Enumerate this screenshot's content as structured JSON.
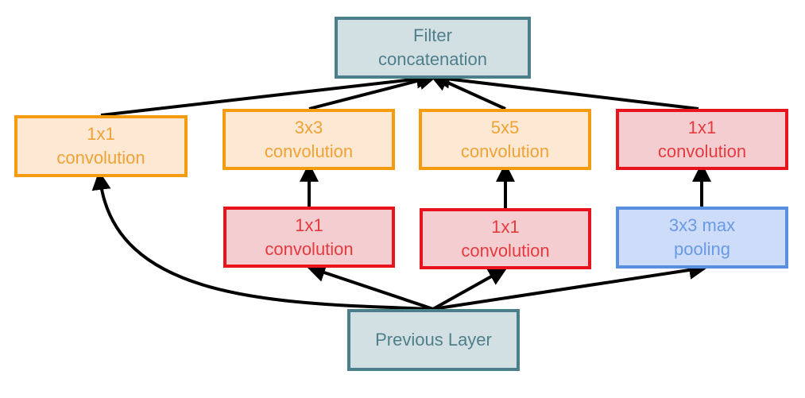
{
  "nodes": {
    "filter_concat": {
      "line1": "Filter",
      "line2": "concatenation"
    },
    "conv1x1_a": {
      "line1": "1x1",
      "line2": "convolution"
    },
    "conv3x3": {
      "line1": "3x3",
      "line2": "convolution"
    },
    "conv5x5": {
      "line1": "5x5",
      "line2": "convolution"
    },
    "conv1x1_pool": {
      "line1": "1x1",
      "line2": "convolution"
    },
    "conv1x1_b": {
      "line1": "1x1",
      "line2": "convolution"
    },
    "conv1x1_c": {
      "line1": "1x1",
      "line2": "convolution"
    },
    "maxpool": {
      "line1": "3x3 max",
      "line2": "pooling"
    },
    "previous_layer": {
      "line1": "Previous Layer"
    }
  },
  "colors": {
    "teal_fill": "#d3e0e3",
    "teal_border": "#4b7f8b",
    "orange_fill": "#fde8d3",
    "orange_border": "#f59b10",
    "red_fill": "#f4cdd0",
    "red_border": "#e8131d",
    "blue_fill": "#cddcf8",
    "blue_border": "#5a8fe0",
    "arrow": "#000000"
  },
  "edges": [
    {
      "from": "previous_layer",
      "to": "conv1x1_a"
    },
    {
      "from": "previous_layer",
      "to": "conv1x1_b"
    },
    {
      "from": "previous_layer",
      "to": "conv1x1_c"
    },
    {
      "from": "previous_layer",
      "to": "maxpool"
    },
    {
      "from": "conv1x1_b",
      "to": "conv3x3"
    },
    {
      "from": "conv1x1_c",
      "to": "conv5x5"
    },
    {
      "from": "maxpool",
      "to": "conv1x1_pool"
    },
    {
      "from": "conv1x1_a",
      "to": "filter_concat"
    },
    {
      "from": "conv3x3",
      "to": "filter_concat"
    },
    {
      "from": "conv5x5",
      "to": "filter_concat"
    },
    {
      "from": "conv1x1_pool",
      "to": "filter_concat"
    }
  ]
}
